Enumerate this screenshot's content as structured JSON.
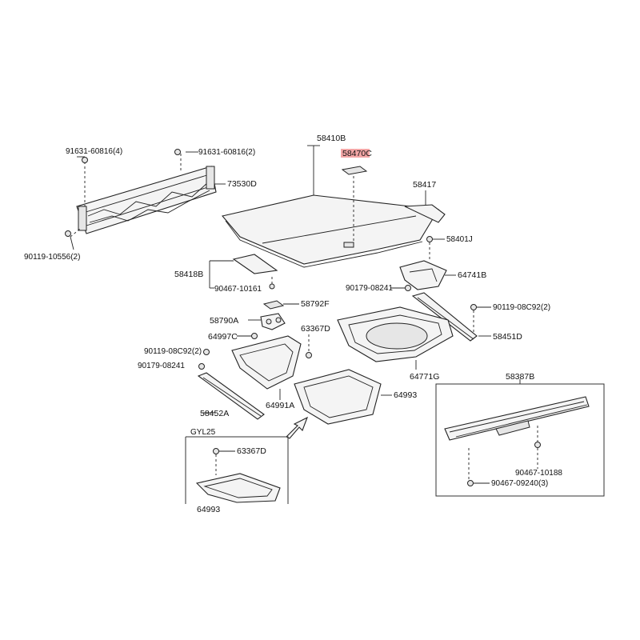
{
  "labels": {
    "l58410B": "58410B",
    "l58470C": "58470C",
    "l91631_a": "91631-60816(4)",
    "l91631_b": "91631-60816(2)",
    "l73530D": "73530D",
    "l90119_10556": "90119-10556(2)",
    "l58417": "58417",
    "l58401J": "58401J",
    "l58418B": "58418B",
    "l90467_10161": "90467-10161",
    "l64741B": "64741B",
    "l90179_08241_r": "90179-08241",
    "l90119_08C92_r": "90119-08C92(2)",
    "l58792F": "58792F",
    "l58790A": "58790A",
    "l64997C": "64997C",
    "l63367D": "63367D",
    "l90119_08C92_l": "90119-08C92(2)",
    "l90179_08241_l": "90179-08241",
    "l58451D": "58451D",
    "l64771G": "64771G",
    "l64993": "64993",
    "l64991A": "64991A",
    "l58452A": "58452A",
    "l58387B": "58387B",
    "lGYL25": "GYL25",
    "l63367D_b": "63367D",
    "l64993_b": "64993",
    "l90467_10188": "90467-10188",
    "l90467_09240": "90467-09240(3)"
  },
  "colors": {
    "highlight": "#f3a6a6",
    "stroke": "#222222"
  }
}
